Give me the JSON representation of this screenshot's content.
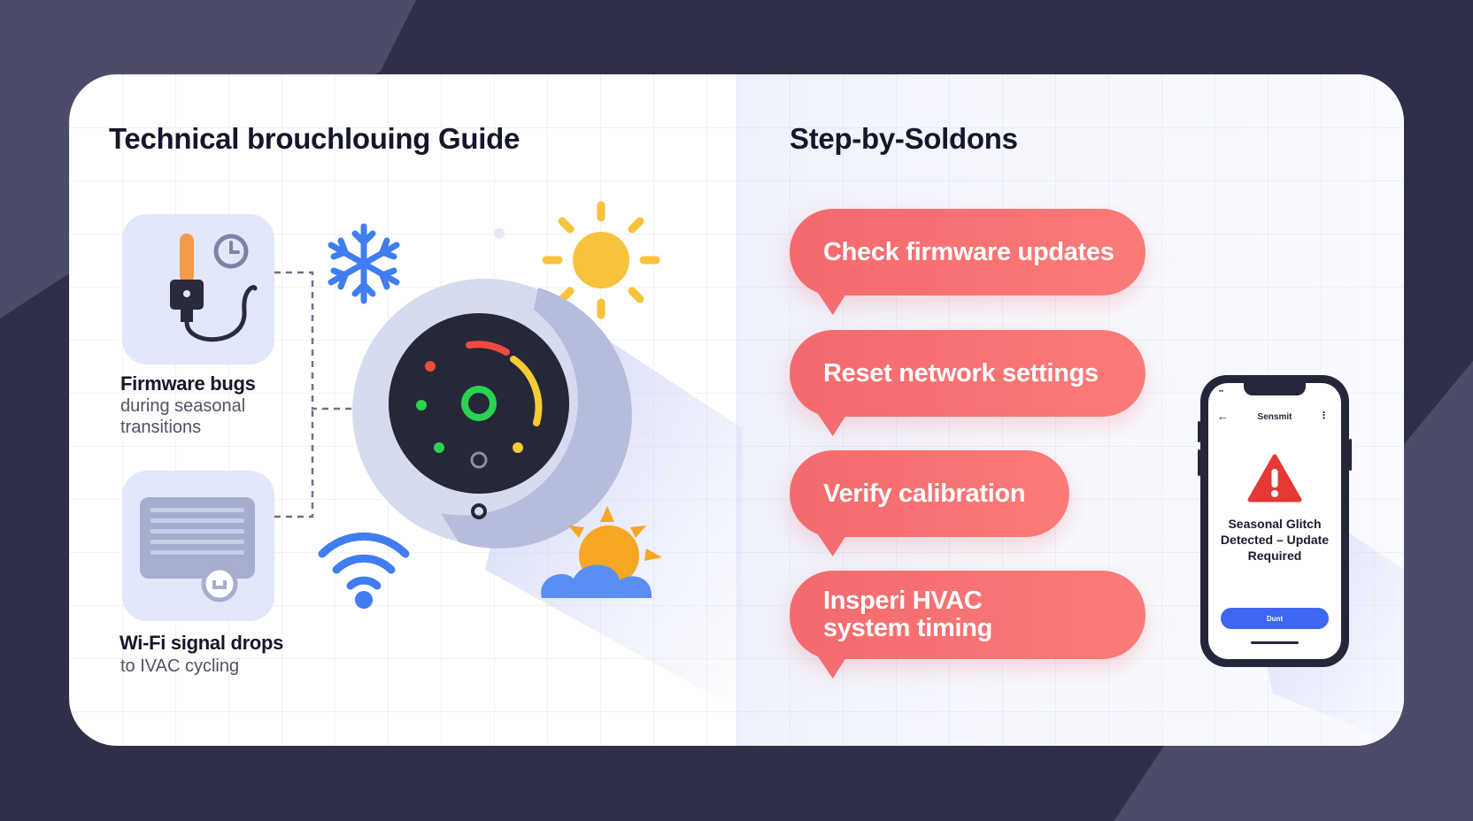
{
  "headings": {
    "left": "Technical brouchlouing Guide",
    "right": "Step-by-Soldons"
  },
  "issues": [
    {
      "title": "Firmware bugs",
      "subtitle": "during seasonal transitions",
      "icon": "thermostat-wire-clock-icon"
    },
    {
      "title": "Wi-Fi signal drops",
      "subtitle": "to IVAC cycling",
      "icon": "router-icon"
    }
  ],
  "solutions": [
    {
      "label": "Check firmware updates"
    },
    {
      "label": "Reset network settings"
    },
    {
      "label": "Verify calibration"
    },
    {
      "label": "Insperi HVAC system timing"
    }
  ],
  "phone": {
    "title": "Sensmit",
    "message": "Seasonal Glitch Detected – Update Required",
    "button": "Dunt"
  },
  "icons": [
    "snowflake-icon",
    "sun-icon",
    "wifi-icon",
    "sun-cloud-icon",
    "thermostat-dial-icon",
    "warning-icon"
  ],
  "colors": {
    "bubble": "#f46a6e",
    "tile": "#e3e7fb",
    "dial": "#24263a",
    "accent_blue": "#3f66f0",
    "warning": "#e53935"
  }
}
